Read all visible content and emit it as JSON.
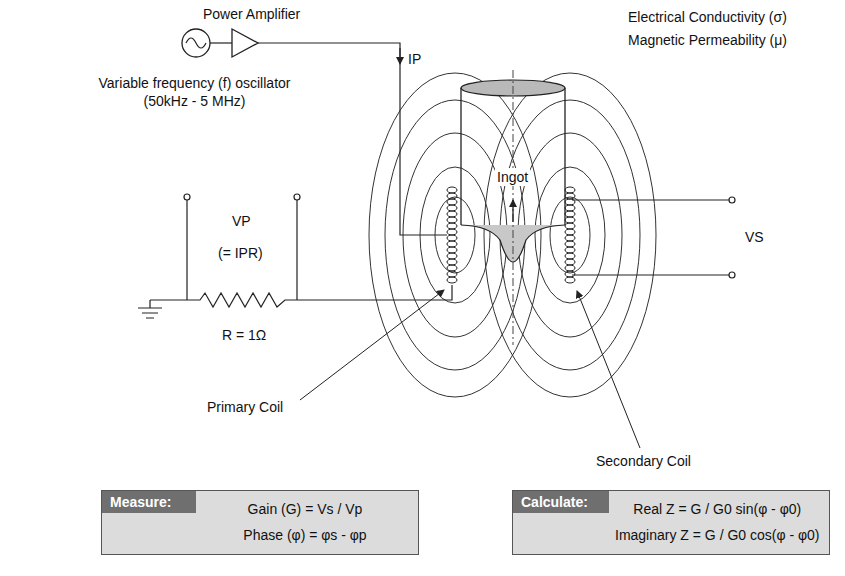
{
  "diagram": {
    "nodes": [
      {
        "text": [
          "Measure:",
          "Gain (G) = Vs / Vp",
          "Phase (φ) = φs - φp"
        ]
      },
      {
        "text": [
          "Calculate:",
          "Real Z = G / G0 sin(φ - φ0)",
          "Imaginary Z = G / G0 cos(φ - φ0)"
        ]
      }
    ],
    "labels": [
      "Power Amplifier",
      "IP",
      "Variable frequency (f) oscillator (50kHz - 5 MHz)",
      "VP",
      "(= IPR)",
      "R = 1Ω",
      "Electrical Conductivity (σ)",
      "Magnetic Permeability (μ)",
      "Ingot",
      "VS",
      "Primary Coil",
      "Secondary Coil"
    ]
  }
}
